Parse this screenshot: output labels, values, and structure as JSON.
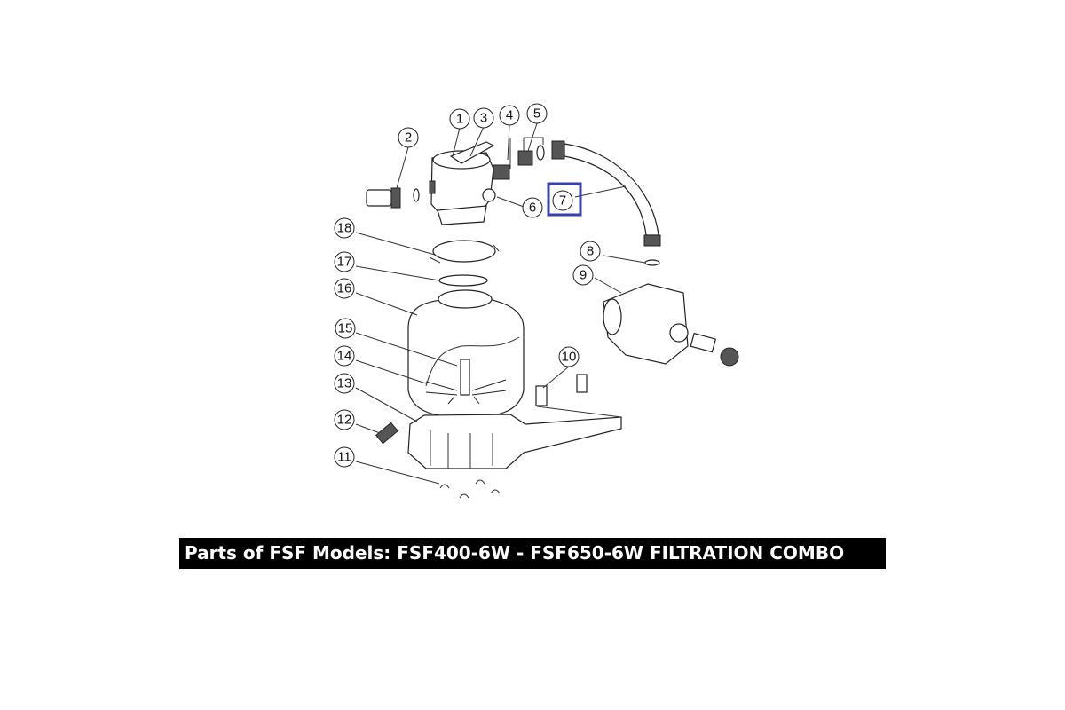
{
  "caption": "Parts of FSF Models: FSF400-6W - FSF650-6W FILTRATION COMBO",
  "highlight_color": "#3a3fb0",
  "highlighted_part": "7",
  "callouts": [
    "1",
    "2",
    "3",
    "4",
    "5",
    "6",
    "7",
    "8",
    "9",
    "10",
    "11",
    "12",
    "13",
    "14",
    "15",
    "16",
    "17",
    "18"
  ]
}
